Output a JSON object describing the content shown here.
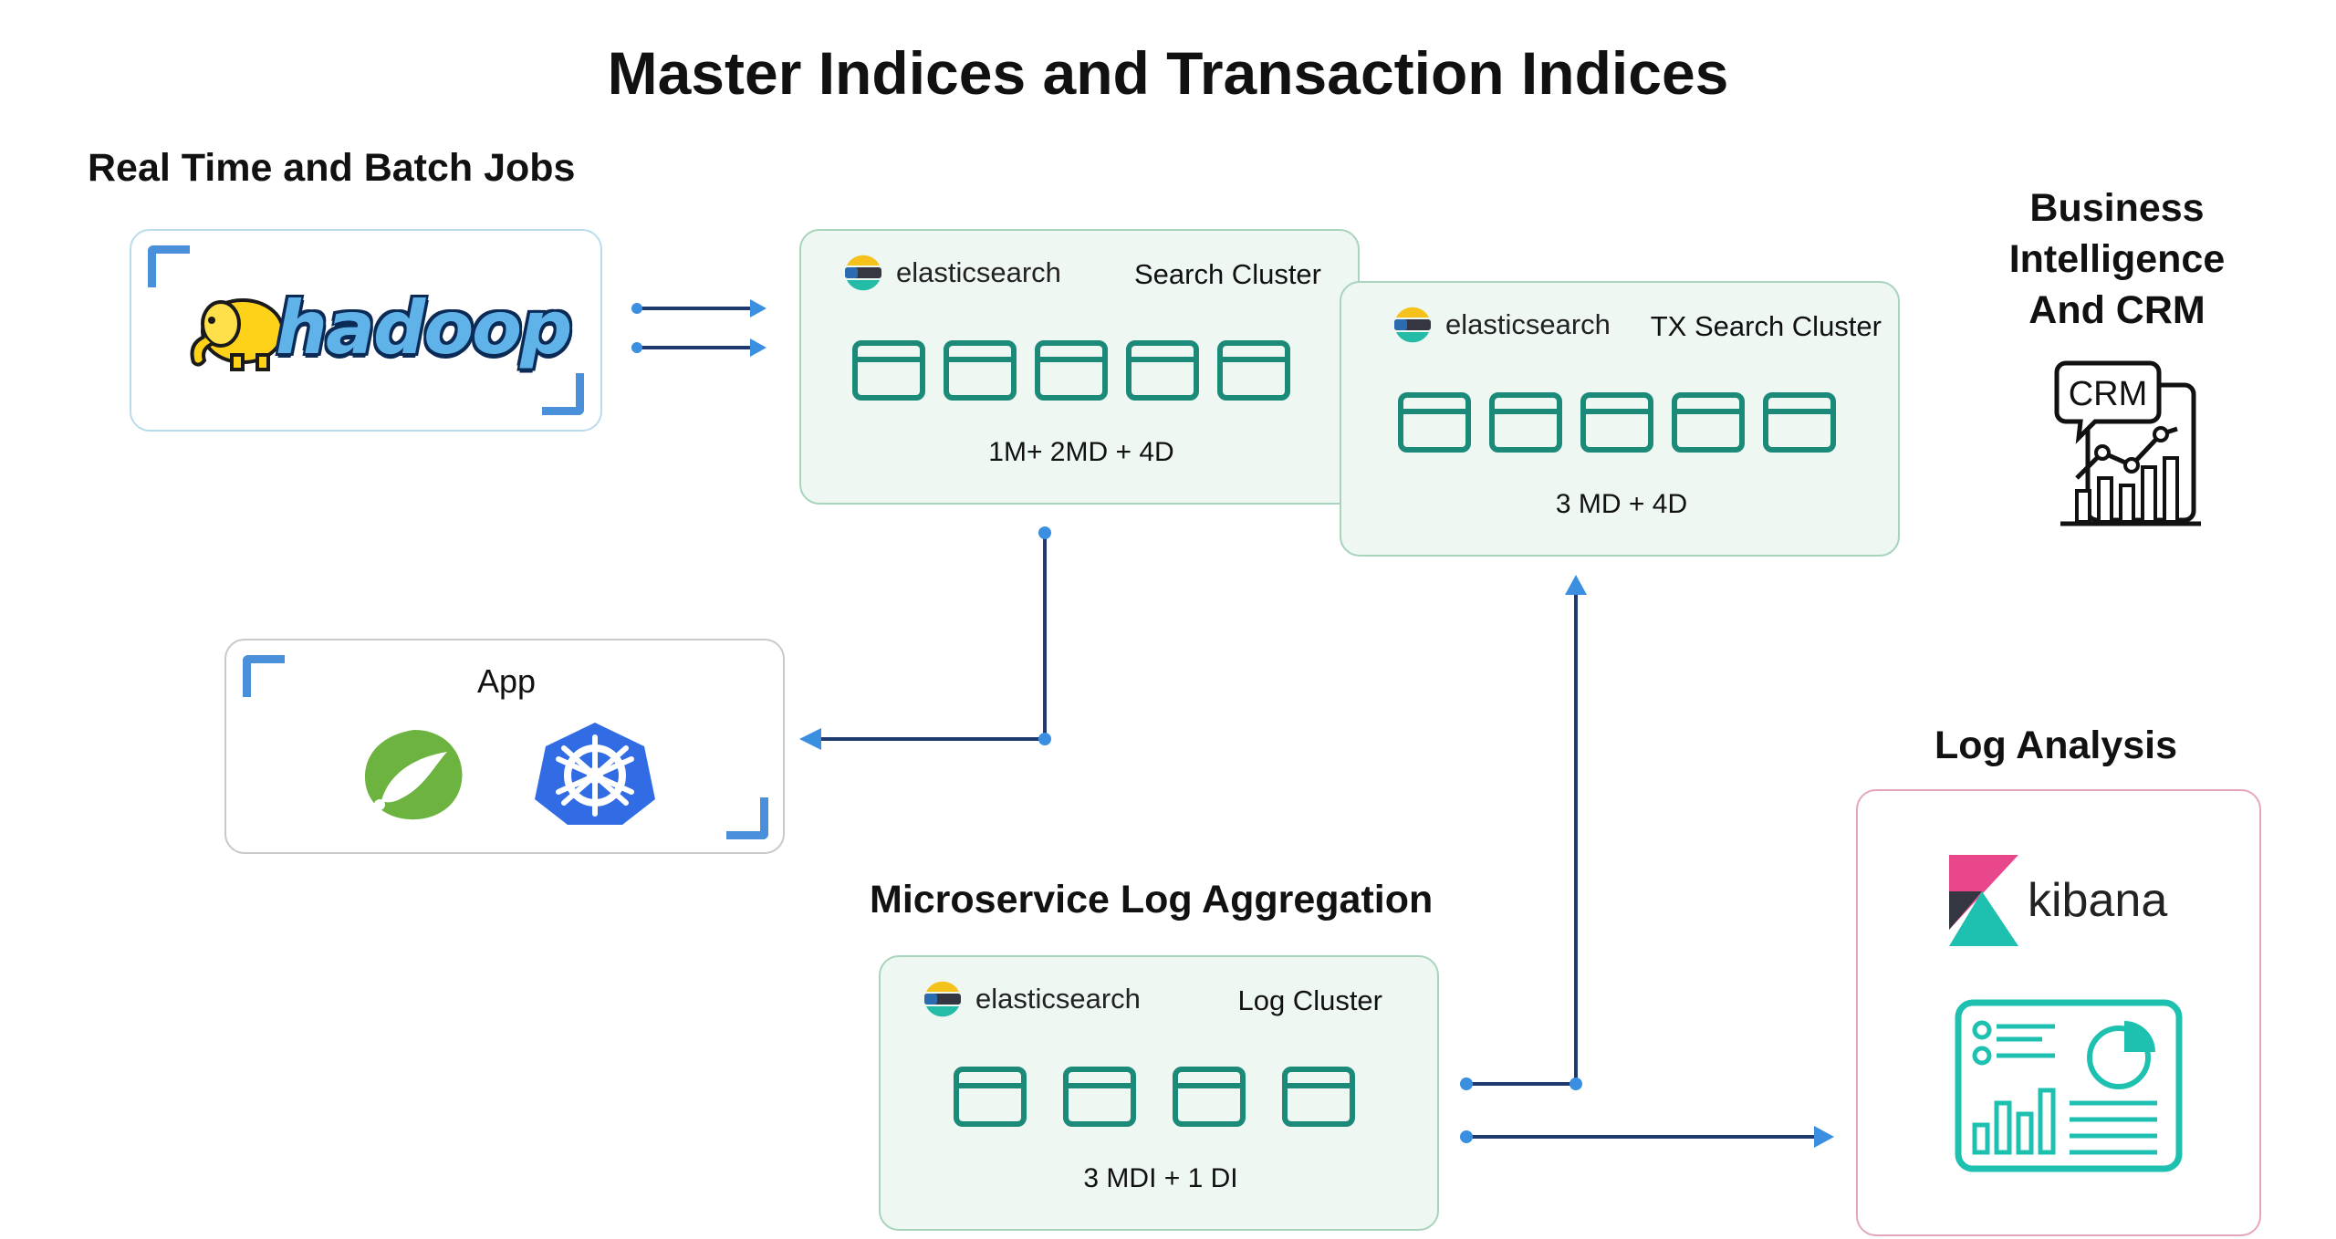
{
  "title": "Master Indices and Transaction Indices",
  "sections": {
    "batch_jobs": "Real Time and Batch Jobs",
    "bi_crm": [
      "Business",
      "Intelligence",
      "And CRM"
    ],
    "log_analysis": "Log Analysis",
    "log_aggregation": "Microservice Log Aggregation"
  },
  "hadoop": {
    "logo_text": "hadoop"
  },
  "search_cluster": {
    "brand": "elasticsearch",
    "name": "Search Cluster",
    "nodes": 5,
    "caption": "1M+ 2MD + 4D"
  },
  "tx_cluster": {
    "brand": "elasticsearch",
    "name": "TX Search Cluster",
    "nodes": 5,
    "caption": "3 MD +  4D"
  },
  "log_cluster": {
    "brand": "elasticsearch",
    "name": "Log Cluster",
    "nodes": 4,
    "caption": "3 MDI + 1 DI"
  },
  "app": {
    "label": "App"
  },
  "crm": {
    "icon_text": "CRM"
  },
  "kibana": {
    "logo_text": "kibana"
  },
  "colors": {
    "node": "#1c8a78",
    "arrow": "#1f3a6e",
    "arrow_head": "#3a8fe0",
    "corner": "#4a8fd9",
    "kibana_pink": "#e8478b",
    "kibana_teal": "#1ec1b0"
  }
}
